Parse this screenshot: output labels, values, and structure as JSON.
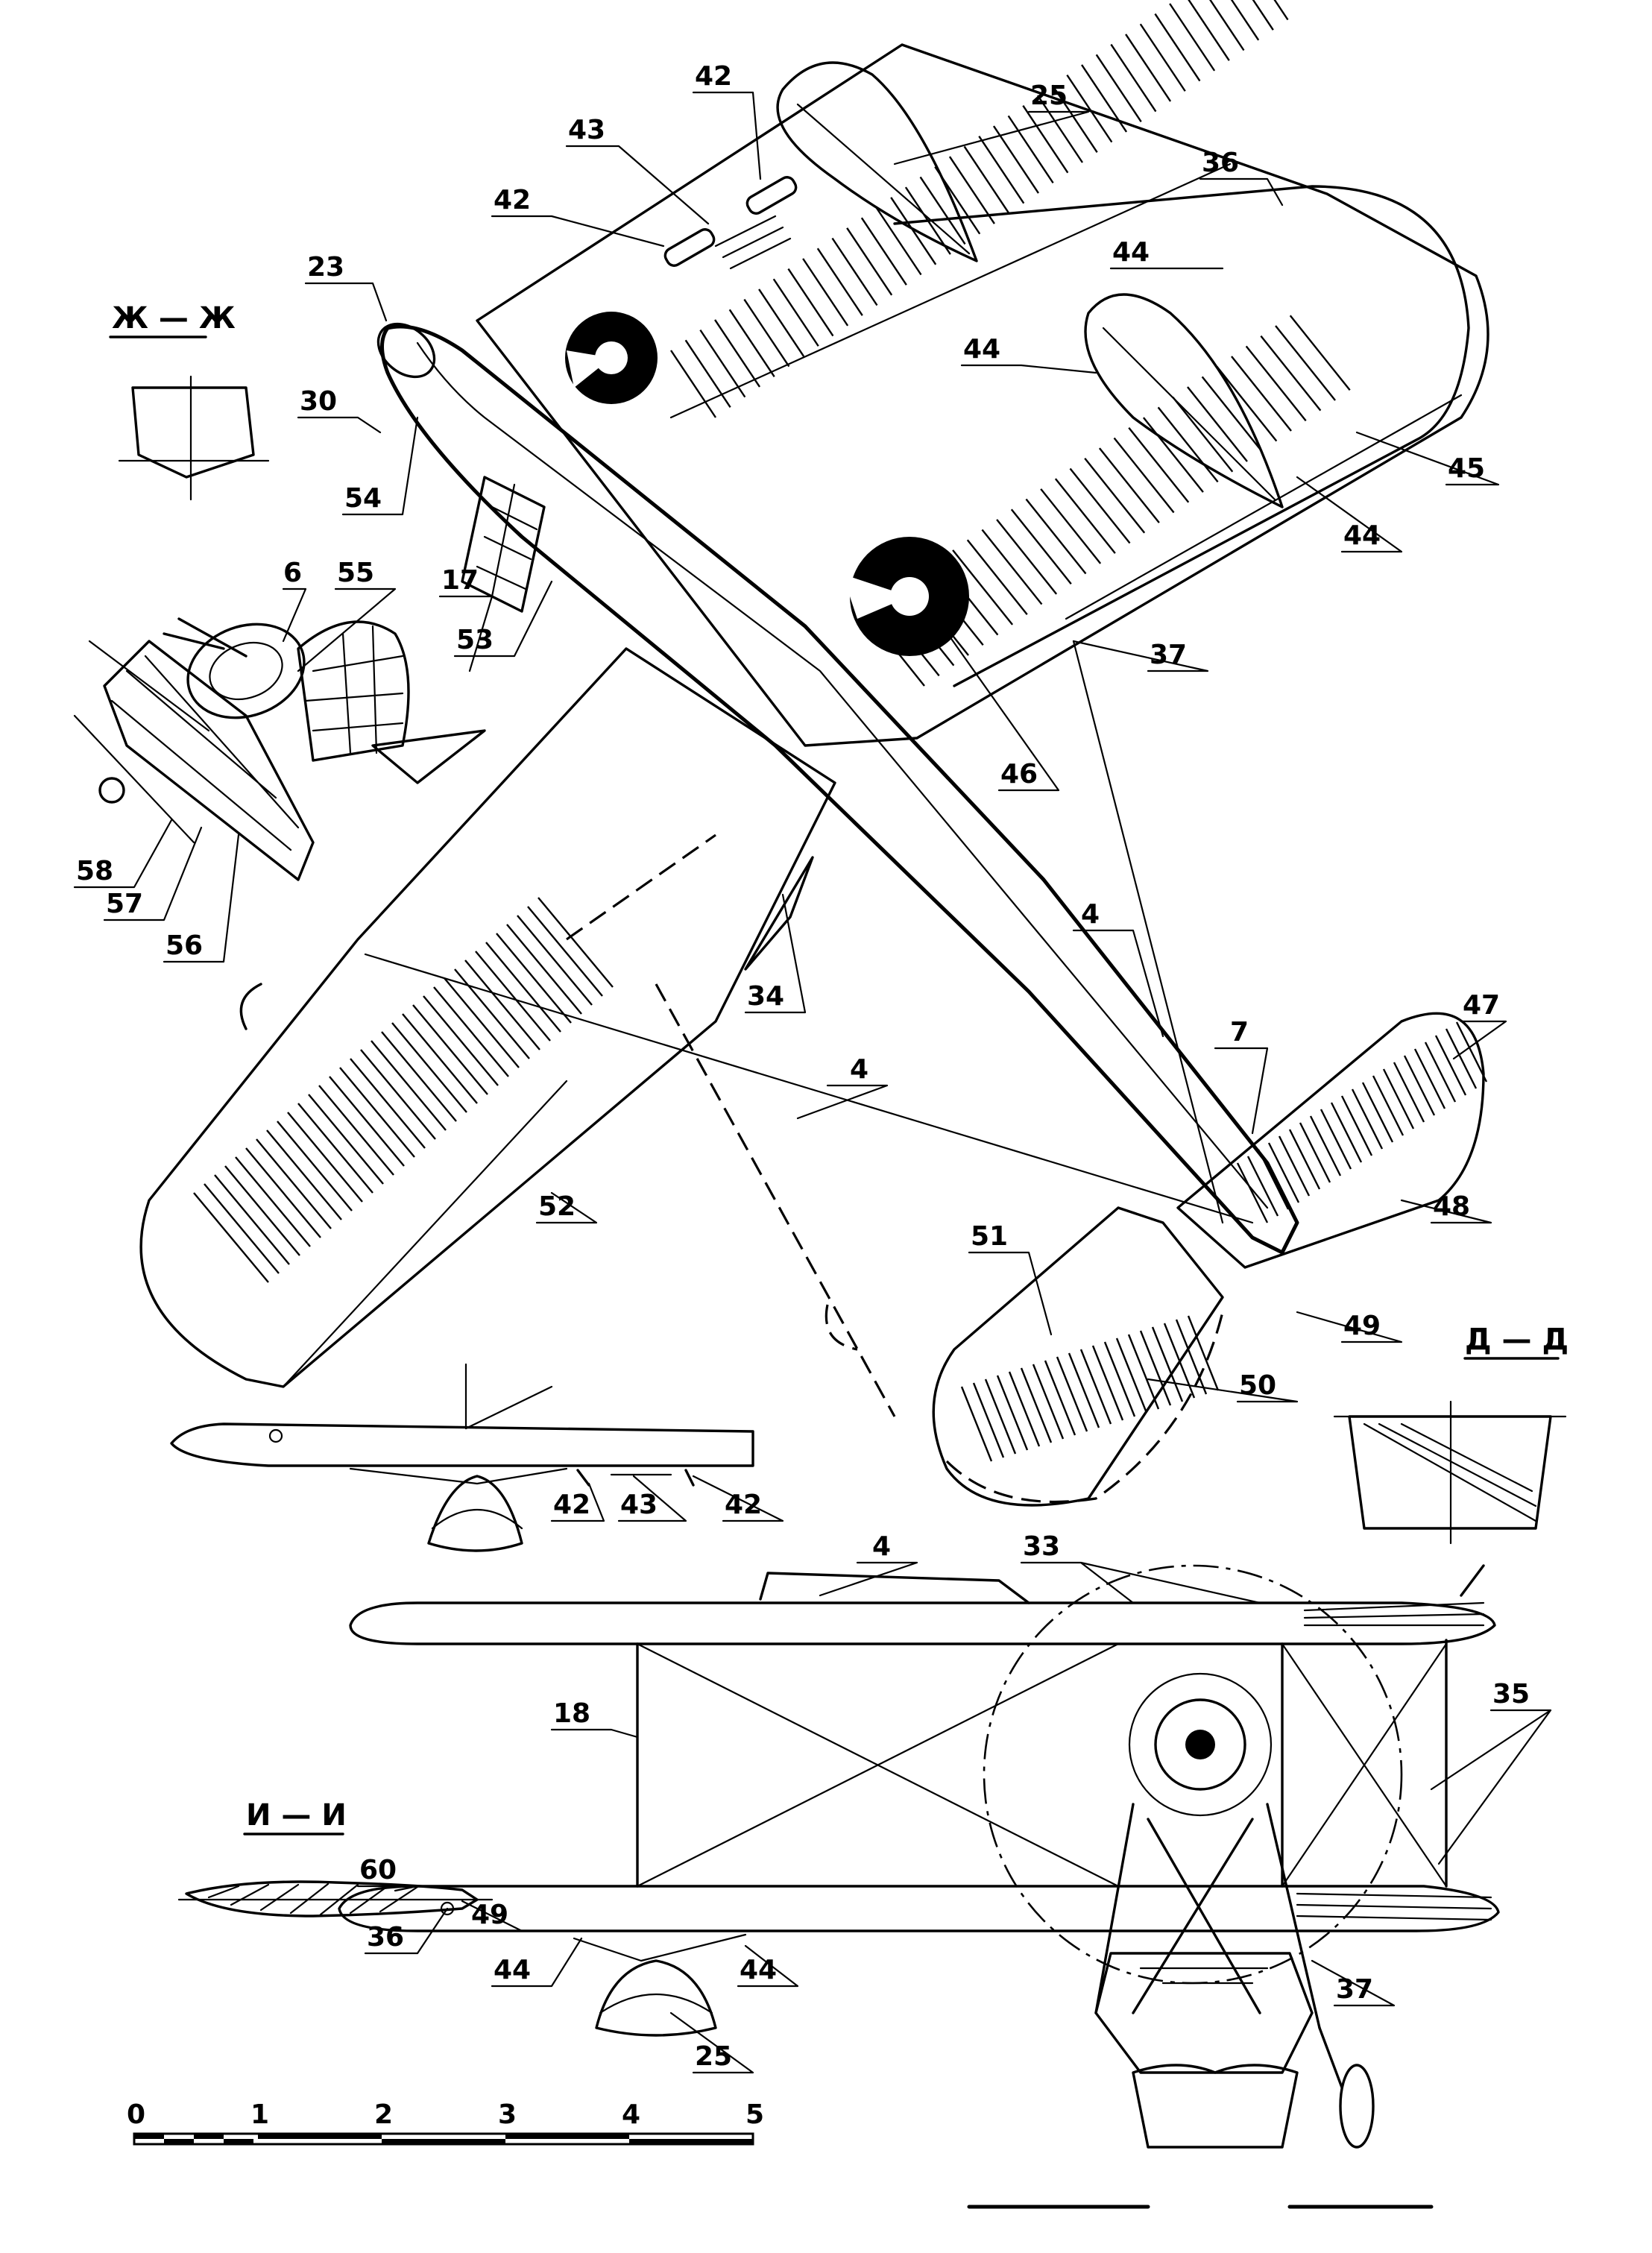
{
  "callouts": [
    {
      "id": "c42a",
      "text": "42"
    },
    {
      "id": "c25",
      "text": "25"
    },
    {
      "id": "c43a",
      "text": "43"
    },
    {
      "id": "c42b",
      "text": "42"
    },
    {
      "id": "c36a",
      "text": "36"
    },
    {
      "id": "c23",
      "text": "23"
    },
    {
      "id": "c44a",
      "text": "44"
    },
    {
      "id": "c44b",
      "text": "44"
    },
    {
      "id": "c30",
      "text": "30"
    },
    {
      "id": "c45",
      "text": "45"
    },
    {
      "id": "c54",
      "text": "54"
    },
    {
      "id": "c44c",
      "text": "44"
    },
    {
      "id": "c6",
      "text": "6"
    },
    {
      "id": "c55",
      "text": "55"
    },
    {
      "id": "c17",
      "text": "17"
    },
    {
      "id": "c53",
      "text": "53"
    },
    {
      "id": "c37a",
      "text": "37"
    },
    {
      "id": "c46",
      "text": "46"
    },
    {
      "id": "c58",
      "text": "58"
    },
    {
      "id": "c57",
      "text": "57"
    },
    {
      "id": "c56",
      "text": "56"
    },
    {
      "id": "c34",
      "text": "34"
    },
    {
      "id": "c4a",
      "text": "4"
    },
    {
      "id": "c47",
      "text": "47"
    },
    {
      "id": "c7",
      "text": "7"
    },
    {
      "id": "c4b",
      "text": "4"
    },
    {
      "id": "c52",
      "text": "52"
    },
    {
      "id": "c48",
      "text": "48"
    },
    {
      "id": "c51",
      "text": "51"
    },
    {
      "id": "c49a",
      "text": "49"
    },
    {
      "id": "c50",
      "text": "50"
    },
    {
      "id": "c42c",
      "text": "42"
    },
    {
      "id": "c43b",
      "text": "43"
    },
    {
      "id": "c42d",
      "text": "42"
    },
    {
      "id": "c4c",
      "text": "4"
    },
    {
      "id": "c33",
      "text": "33"
    },
    {
      "id": "c18",
      "text": "18"
    },
    {
      "id": "c35",
      "text": "35"
    },
    {
      "id": "c60",
      "text": "60"
    },
    {
      "id": "c49b",
      "text": "49"
    },
    {
      "id": "c36b",
      "text": "36"
    },
    {
      "id": "c44d",
      "text": "44"
    },
    {
      "id": "c44e",
      "text": "44"
    },
    {
      "id": "c37b",
      "text": "37"
    },
    {
      "id": "c25b",
      "text": "25"
    }
  ],
  "sections": [
    {
      "id": "s-zh",
      "text": "Ж — Ж"
    },
    {
      "id": "s-d",
      "text": "Д — Д"
    },
    {
      "id": "s-i",
      "text": "И — И"
    }
  ],
  "scale": {
    "ticks": [
      "0",
      "1",
      "2",
      "3",
      "4",
      "5"
    ]
  }
}
